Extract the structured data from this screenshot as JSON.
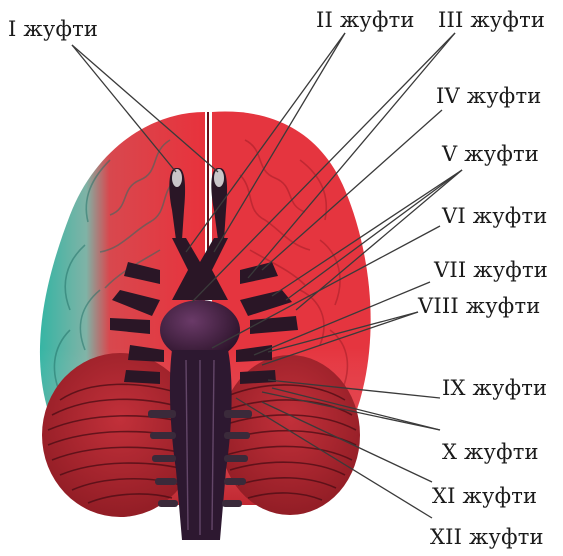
{
  "labels": {
    "pair_1": "I жуфти",
    "pair_2": "II жуфти",
    "pair_3": "III жуфти",
    "pair_4": "IV жуфти",
    "pair_5": "V жуфти",
    "pair_6": "VI жуфти",
    "pair_7": "VII жуфти",
    "pair_8": "VIII жуфти",
    "pair_9": "IX жуфти",
    "pair_10": "X жуфти",
    "pair_11": "XI жуфти",
    "pair_12": "XII жуфти"
  },
  "colors": {
    "hemisphere_red": "#e0303a",
    "hemisphere_teal": "#3fb3a3",
    "nerve_dark": "#2a1626",
    "leader_line": "#3a3a3a"
  }
}
